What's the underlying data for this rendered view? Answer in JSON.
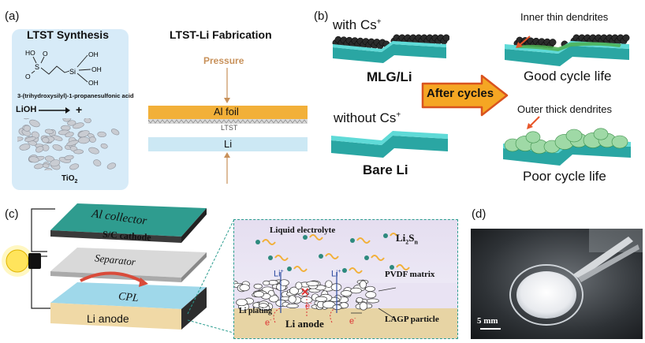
{
  "panel_a": {
    "label": "(a)",
    "synthesis_title": "LTST Synthesis",
    "molecule_name": "3-(trihydroxysilyl)-1-propanesulfonic acid",
    "lioh_label": "LiOH",
    "plus": "+",
    "tio2_label": "TiO",
    "tio2_sub": "2",
    "atoms": {
      "ho": "HO",
      "s": "S",
      "o": "O",
      "si": "Si",
      "oh": "OH"
    },
    "fabrication_title": "LTST-Li Fabrication",
    "pressure_label": "Pressure",
    "al_foil_label": "Al foil",
    "ltst_label": "LTST",
    "li_label": "Li"
  },
  "panel_b": {
    "label": "(b)",
    "with_cs": "with Cs",
    "without_cs": "without Cs",
    "cs_sup": "+",
    "mlg_li": "MLG/Li",
    "bare_li": "Bare Li",
    "after_cycles": "After cycles",
    "inner_dendrites": "Inner thin dendrites",
    "outer_dendrites": "Outer thick dendrites",
    "good_life": "Good cycle life",
    "poor_life": "Poor cycle life"
  },
  "panel_c": {
    "label": "(c)",
    "al_collector": "Al collector",
    "sc_cathode": "S/C cathode",
    "separator": "Separator",
    "cpl": "CPL",
    "li_anode": "Li anode",
    "liquid_electrolyte": "Liquid electrolyte",
    "li2sn": "Li",
    "li2sn_sub1": "2",
    "li2sn_s": "S",
    "li2sn_sub2": "n",
    "pvdf": "PVDF matrix",
    "li_plus": "Li",
    "plus": "+",
    "li_plating": "Li plating",
    "e_minus": "e",
    "minus": "-",
    "inset_li_anode": "Li anode",
    "lagp": "LAGP particle"
  },
  "panel_d": {
    "label": "(d)",
    "scale": "5 mm"
  },
  "colors": {
    "cyan_plate": "#3ec9c6",
    "teal_top": "#2f9c8f",
    "orange_foil": "#f2b039",
    "li_blue": "#cce8f4",
    "arrow_orange": "#f5a623",
    "pressure_brown": "#c8915a"
  }
}
